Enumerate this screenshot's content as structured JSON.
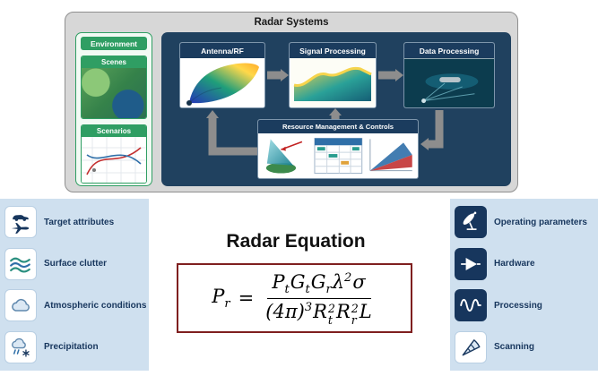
{
  "colors": {
    "green": "#2f9e63",
    "navy": "#20415f",
    "light_blue": "#cfe0ef",
    "dark_red": "#7f1f1f",
    "arrow_gray": "#8d8d8d",
    "text_navy": "#17365d"
  },
  "diagram": {
    "title": "Radar Systems",
    "environment": {
      "title": "Environment",
      "cards": [
        {
          "label": "Scenes",
          "image": "terrain-scene-thumbnail"
        },
        {
          "label": "Scenarios",
          "image": "trajectory-plot-thumbnail"
        }
      ]
    },
    "pipeline": {
      "stages": [
        {
          "label": "Antenna/RF",
          "image": "antenna-radiation-pattern-thumbnail"
        },
        {
          "label": "Signal Processing",
          "image": "signal-surface-plot-thumbnail"
        },
        {
          "label": "Data Processing",
          "image": "undersea-scene-thumbnail"
        }
      ],
      "controller": {
        "label": "Resource Management & Controls",
        "images": [
          "beam-steering-thumbnail",
          "resource-schedule-thumbnail",
          "coverage-chart-thumbnail"
        ]
      }
    }
  },
  "left_panel": {
    "items": [
      {
        "label": "Target attributes",
        "icon": "car-plane-icon"
      },
      {
        "label": "Surface clutter",
        "icon": "waves-icon"
      },
      {
        "label": "Atmospheric conditions",
        "icon": "cloud-icon"
      },
      {
        "label": "Precipitation",
        "icon": "snow-rain-icon"
      }
    ]
  },
  "right_panel": {
    "items": [
      {
        "label": "Operating parameters",
        "icon": "antenna-dish-icon"
      },
      {
        "label": "Hardware",
        "icon": "amplifier-icon"
      },
      {
        "label": "Processing",
        "icon": "waveform-icon"
      },
      {
        "label": "Scanning",
        "icon": "beam-scan-icon"
      }
    ]
  },
  "equation_section": {
    "title": "Radar Equation",
    "equation": {
      "lhs": {
        "base": "P",
        "sub": "r"
      },
      "relation": "=",
      "numerator": [
        {
          "base": "P",
          "sub": "t"
        },
        {
          "base": "G",
          "sub": "t"
        },
        {
          "base": "G",
          "sub": "r"
        },
        {
          "base": "λ",
          "sup": "2"
        },
        {
          "base": "σ"
        }
      ],
      "denominator": [
        {
          "base": "(4π)",
          "sup": "3"
        },
        {
          "base": "R",
          "sub": "t",
          "sup": "2"
        },
        {
          "base": "R",
          "sub": "r",
          "sup": "2"
        },
        {
          "base": "L"
        }
      ]
    }
  }
}
